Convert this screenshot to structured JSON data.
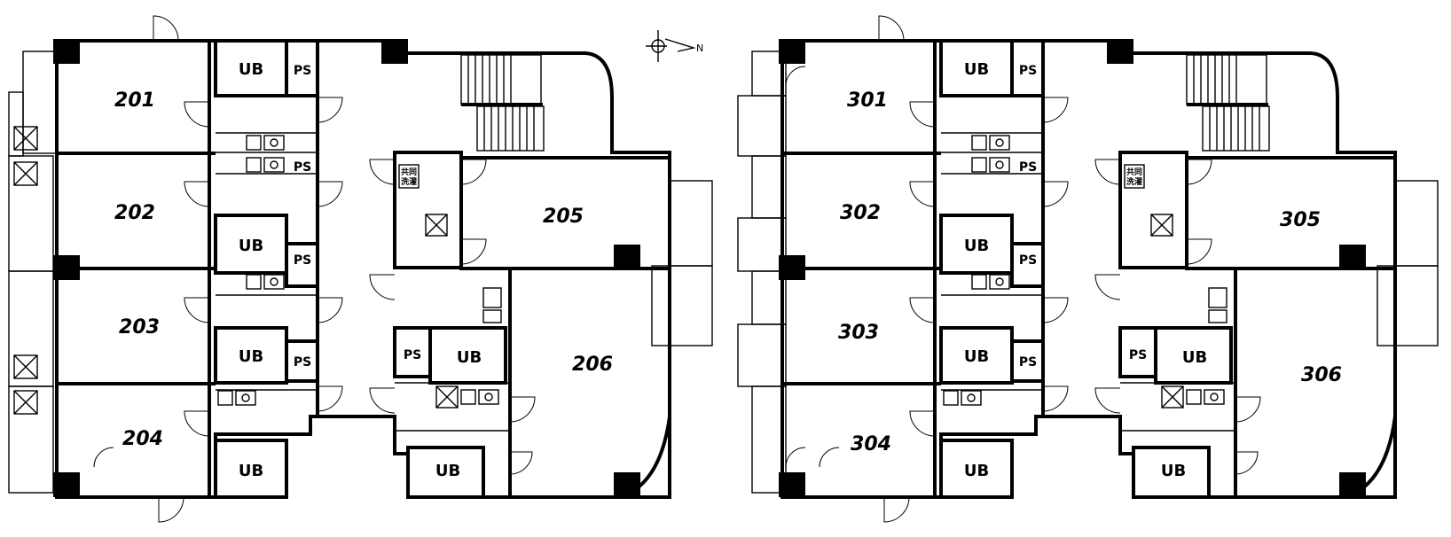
{
  "floors": [
    {
      "rooms": [
        "201",
        "202",
        "203",
        "204",
        "205",
        "206"
      ],
      "ub": [
        "UB",
        "UB",
        "UB",
        "UB",
        "UB",
        "UB"
      ],
      "ps": [
        "PS",
        "PS",
        "PS",
        "PS",
        "PS"
      ],
      "laundry": [
        "共同",
        "洗濯"
      ]
    },
    {
      "rooms": [
        "301",
        "302",
        "303",
        "304",
        "305",
        "306"
      ],
      "ub": [
        "UB",
        "UB",
        "UB",
        "UB",
        "UB",
        "UB"
      ],
      "ps": [
        "PS",
        "PS",
        "PS",
        "PS",
        "PS"
      ],
      "laundry": [
        "共同",
        "洗濯"
      ]
    }
  ],
  "compass": {
    "north_mark": "N",
    "icon": "compass-icon"
  }
}
